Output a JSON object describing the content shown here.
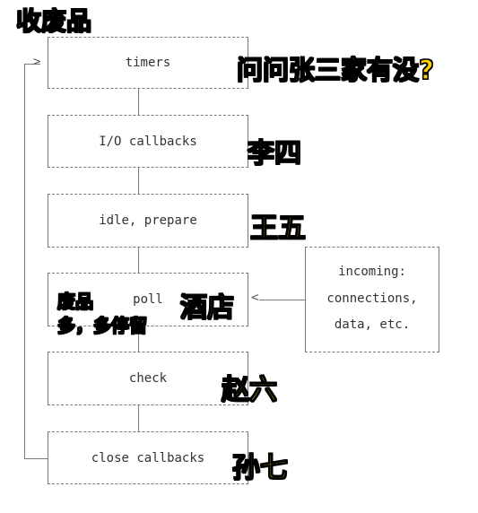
{
  "stages": [
    {
      "label": "timers"
    },
    {
      "label": "I/O callbacks"
    },
    {
      "label": "idle, prepare"
    },
    {
      "label": "poll"
    },
    {
      "label": "check"
    },
    {
      "label": "close callbacks"
    }
  ],
  "incoming": {
    "lines": [
      "incoming:",
      "connections,",
      "data, etc."
    ]
  },
  "annotations": {
    "title": "收废品",
    "timers": "问问张三家有没?",
    "io": "李四",
    "idle": "王五",
    "poll": "酒店",
    "poll_inner_1": "废品",
    "poll_inner_2": "多，多停留",
    "check": "赵六",
    "close": "孙七"
  },
  "colors": {
    "annotation_fill": "#ffd200",
    "annotation_outline": "#000000",
    "line": "#7a7a7a",
    "text": "#333333"
  },
  "icons": {
    "loop_arrow": "arrow-right",
    "incoming_arrow": "arrow-left"
  }
}
